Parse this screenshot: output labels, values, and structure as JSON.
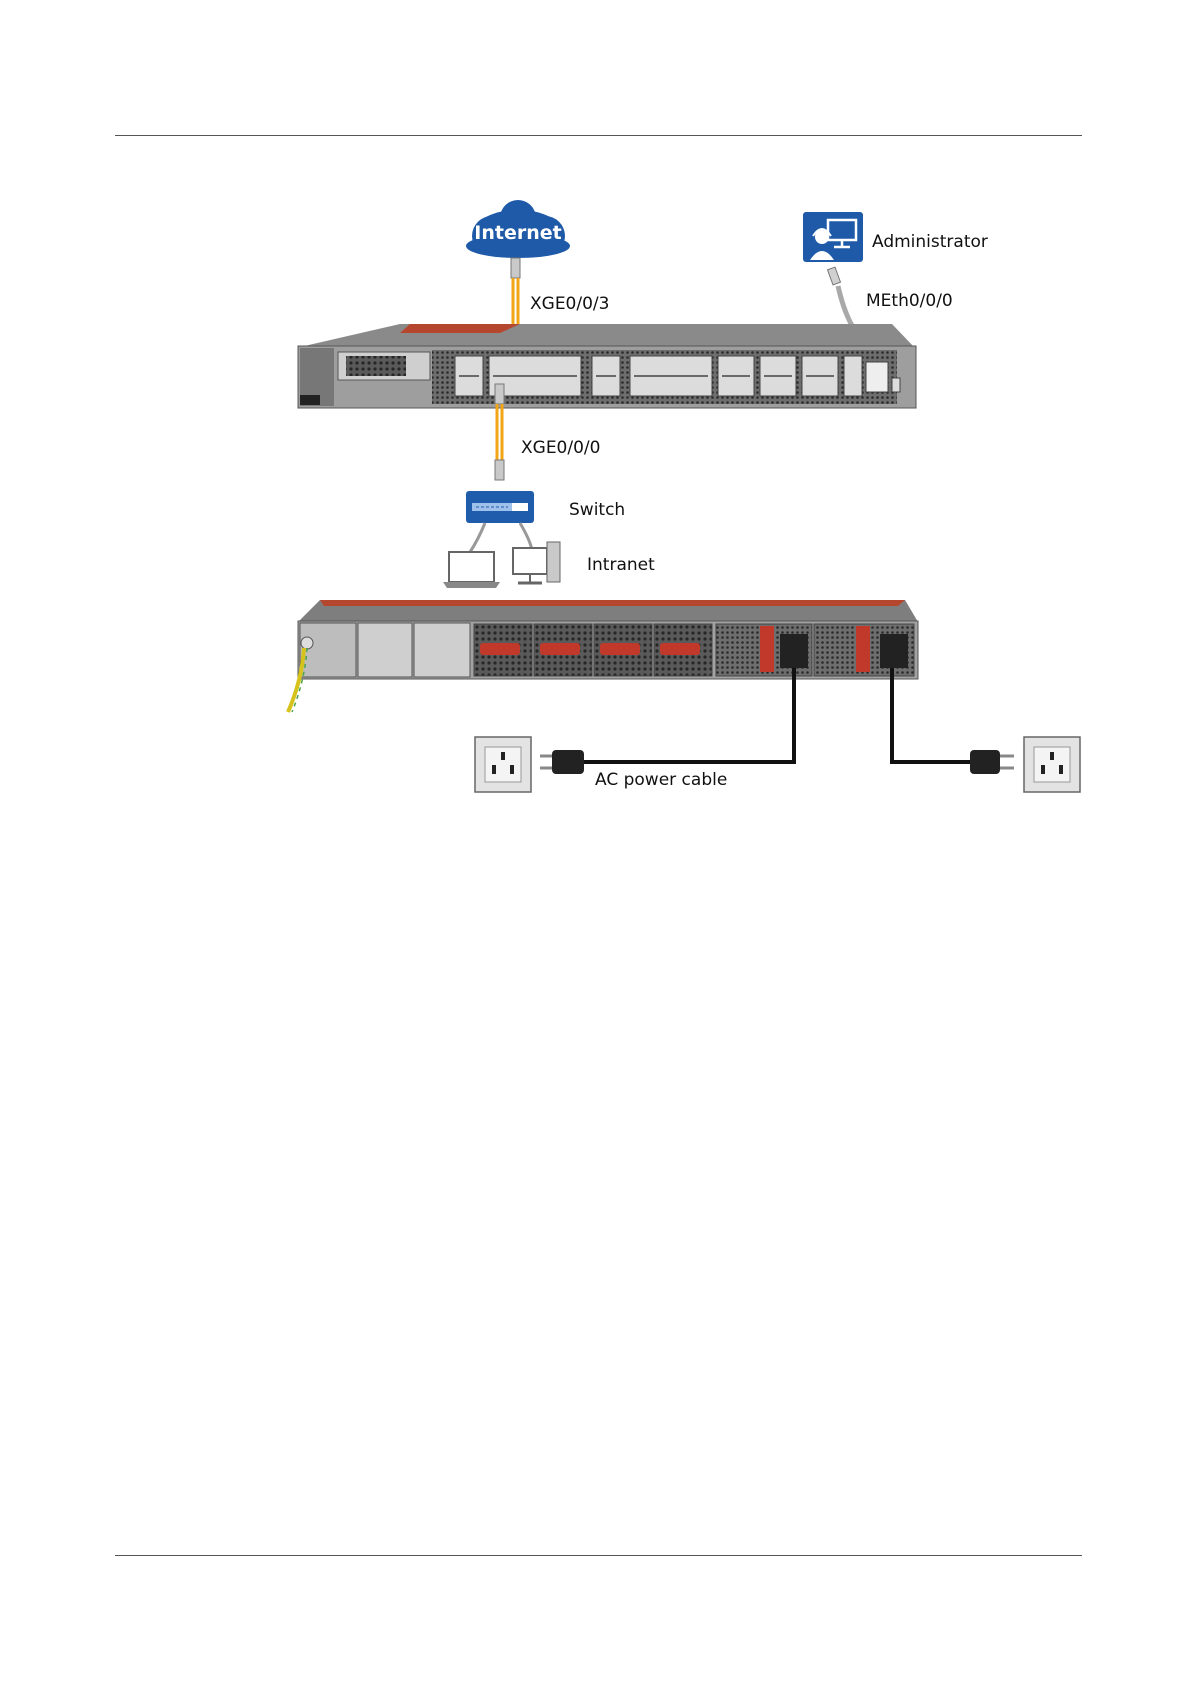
{
  "labels": {
    "internet": "Internet",
    "administrator": "Administrator",
    "xge_uplink": "XGE0/0/3",
    "meth": "MEth0/0/0",
    "xge_downlink": "XGE0/0/0",
    "switch": "Switch",
    "intranet": "Intranet",
    "ac_power_cable": "AC power cable"
  },
  "colors": {
    "fiber": "#f2a516",
    "cloud": "#1e5aa8",
    "device_chassis": "#9a9a9a",
    "device_trim": "#b5472f",
    "switch_body": "#1f5cac",
    "ground_wire": "#d6c21c",
    "power_cable": "#111111"
  },
  "icons": [
    "cloud-icon",
    "admin-workstation-icon",
    "switch-icon",
    "laptop-icon",
    "desktop-icon",
    "power-socket-icon",
    "ac-plug-icon"
  ]
}
